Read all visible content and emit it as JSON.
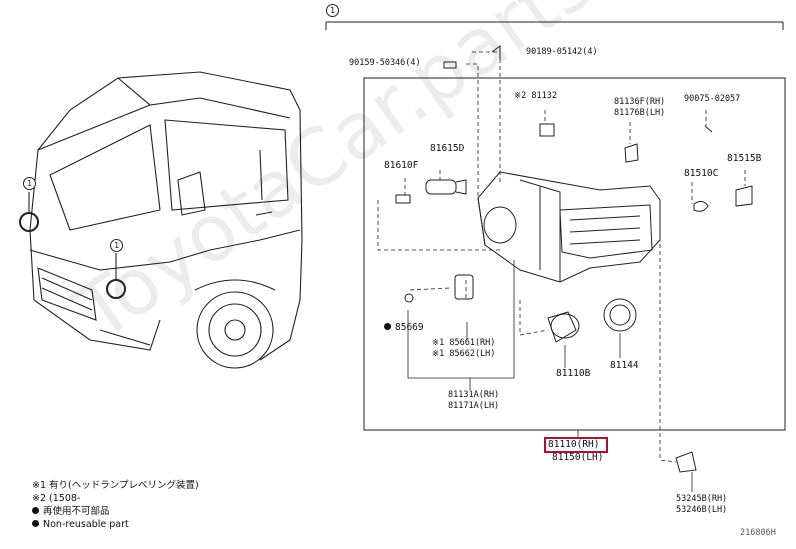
{
  "diagram": {
    "index_marker": "1",
    "part_labels": {
      "p90159": "90159-50346(4)",
      "p90189": "90189-05142(4)",
      "p81132": "※2 81132",
      "p81136F": "81136F(RH)",
      "p81176B": "81176B(LH)",
      "p90075": "90075-02057",
      "p81615D": "81615D",
      "p81610F": "81610F",
      "p81510C": "81510C",
      "p81515B": "81515B",
      "p85669": "85669",
      "p85661": "※1 85661(RH)",
      "p85662": "※1 85662(LH)",
      "p81110B": "81110B",
      "p81144": "81144",
      "p81131A": "81131A(RH)",
      "p81171A": "81171A(LH)",
      "p81110": "81110(RH)",
      "p81150": "81150(LH)",
      "p53245B": "53245B(RH)",
      "p53246B": "53246B(LH)"
    },
    "notes": {
      "n1": "※1 有り(ヘッドランプレベリング装置)",
      "n2": "※2 (1508-",
      "n3": "再使用不可部品",
      "n4": "Non-reusable part"
    },
    "figure_code": "216806H",
    "watermark": "ToyotaCar.parts.ru",
    "highlight_color": "#b0102a"
  }
}
